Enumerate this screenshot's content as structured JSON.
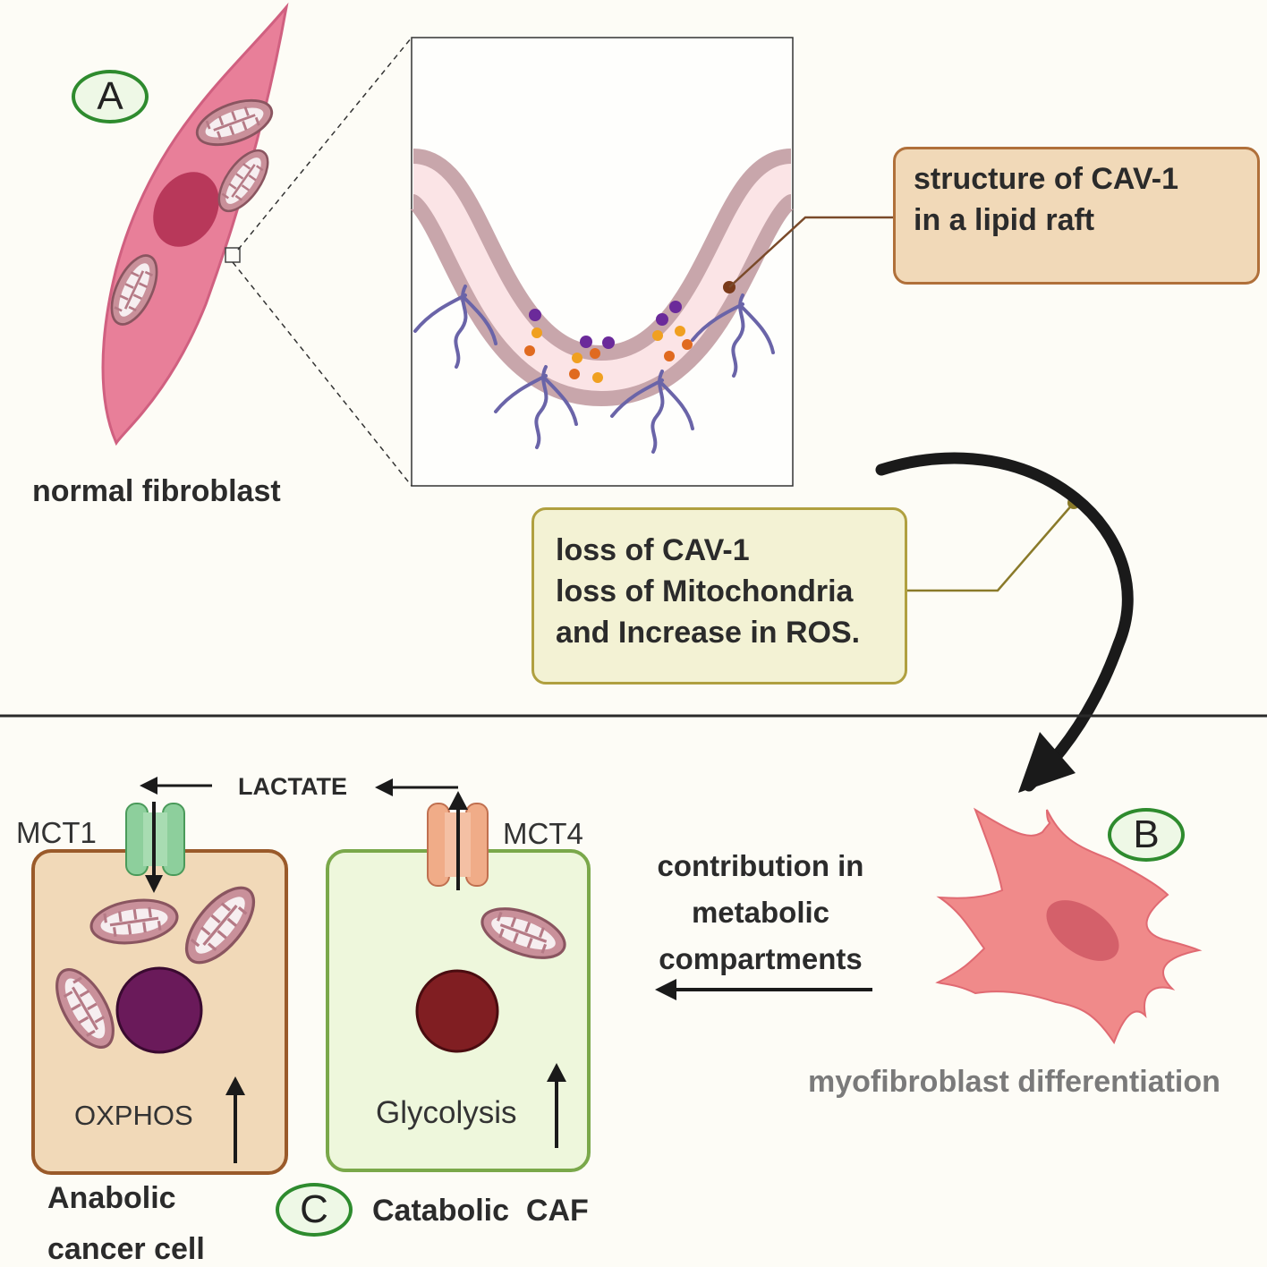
{
  "labels": {
    "badge_a": "A",
    "badge_b": "B",
    "badge_c": "C",
    "normal_fibroblast": "normal fibroblast",
    "myofibroblast": "myofibroblast differentiation",
    "lactate": "LACTATE",
    "mct1": "MCT1",
    "mct4": "MCT4",
    "oxphos": "OXPHOS",
    "glycolysis": "Glycolysis",
    "anabolic_line1": "Anabolic",
    "anabolic_line2": "cancer cell",
    "catabolic_caf": "Catabolic  CAF"
  },
  "callouts": {
    "cav1_structure": [
      "structure of CAV-1",
      "in a lipid raft"
    ],
    "loss": [
      "loss of CAV-1",
      "loss of Mitochondria",
      "and Increase in ROS."
    ]
  },
  "contribution": [
    "contribution in",
    "metabolic",
    "compartments"
  ],
  "colors": {
    "fibroblast": "#e87f99",
    "myofibroblast": "#f08a8a",
    "anabolic_cell_fill": "#f1d9b8",
    "anabolic_cell_border": "#9a5a2a",
    "catabolic_cell_fill": "#eef7dc",
    "catabolic_cell_border": "#7aa84a",
    "badge_border": "#2e8b2e",
    "cav1_protein": "#6a64a8"
  }
}
